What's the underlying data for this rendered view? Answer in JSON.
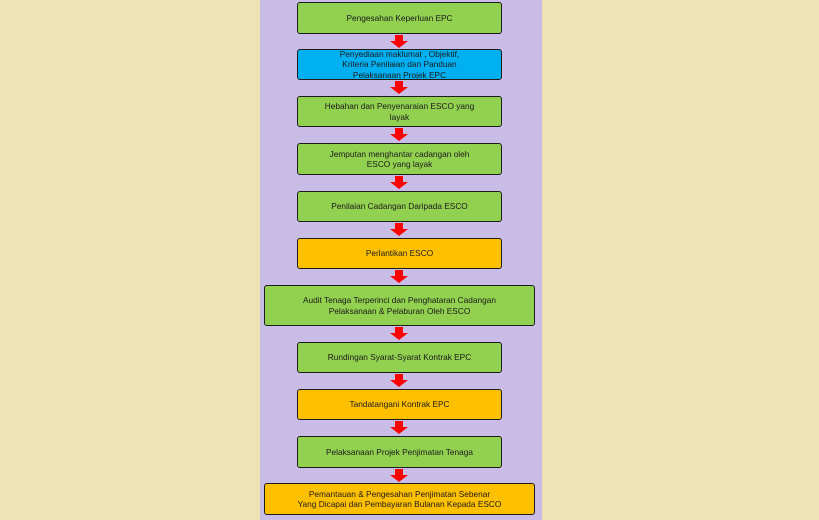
{
  "steps": [
    {
      "text": "Pengesahan Keperluan EPC",
      "color": "#92d050"
    },
    {
      "text": "Penyediaan maklumat , Objektif,\nKriteria Penilaian dan Panduan\nPelaksanaan Projek EPC",
      "color": "#00b0f0"
    },
    {
      "text": "Hebahan  dan Penyenaraian ESCO yang\nlayak",
      "color": "#92d050"
    },
    {
      "text": "Jemputan menghantar cadangan oleh\nESCO yang layak",
      "color": "#92d050"
    },
    {
      "text": "Penilaian Cadangan Daripada ESCO",
      "color": "#92d050"
    },
    {
      "text": "Perlantikan ESCO",
      "color": "#ffc000"
    },
    {
      "text": "Audit Tenaga Terperinci dan Penghataran Cadangan\nPelaksanaan & Pelaburan Oleh ESCO",
      "color": "#92d050"
    },
    {
      "text": "Rundingan Syarat-Syarat Kontrak EPC",
      "color": "#92d050"
    },
    {
      "text": "Tandatangani Kontrak EPC",
      "color": "#ffc000"
    },
    {
      "text": "Pelaksanaan Projek Penjimatan Tenaga",
      "color": "#92d050"
    },
    {
      "text": "Pemantauan & Pengesahan Penjimatan Sebenar\nYang Dicapai dan Pembayaran Bulanan Kepada ESCO",
      "color": "#ffc000"
    }
  ],
  "colors": {
    "page_background": "#efe3b6",
    "panel_background": "#c9bde8",
    "arrow": "#ff0000",
    "green": "#92d050",
    "blue": "#00b0f0",
    "orange": "#ffc000"
  }
}
